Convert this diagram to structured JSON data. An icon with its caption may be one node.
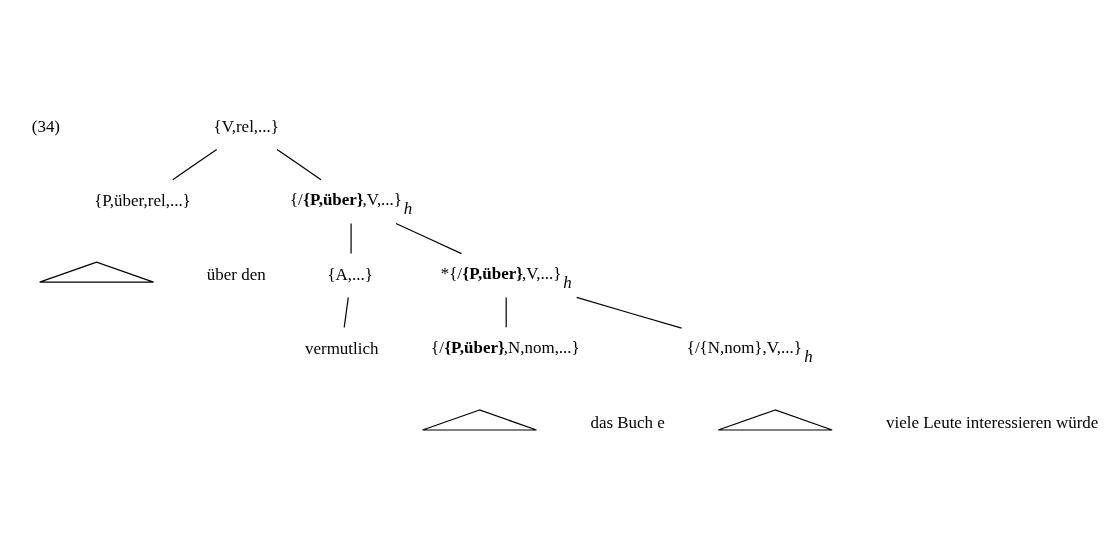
{
  "diagram": {
    "nodes": [
      {
        "text": [
          "{V,rel,...}"
        ]
      },
      {
        "text": [
          "{P,über,rel,...}"
        ]
      },
      {
        "text": [],
        "shape": "triangle",
        "beside": [
          "über den"
        ]
      },
      {
        "text": [
          "{/**{P,über}**,V,...}$_{h}$"
        ]
      },
      {
        "text": [
          "{A,...}"
        ]
      },
      {
        "text": [
          "vermutlich"
        ]
      },
      {
        "text": [
          "*{/**{P,über}**,V,...}$_{h}$"
        ]
      },
      {
        "text": [
          "{/**{P,über}**,N,nom,...}"
        ]
      },
      {
        "text": [],
        "shape": "triangle",
        "beside": [
          "das Buch e"
        ]
      },
      {
        "text": [
          "{/{N,nom},V,...}$_{h}$"
        ]
      },
      {
        "text": [],
        "shape": "triangle",
        "beside": [
          "viele Leute interessieren würde"
        ]
      }
    ],
    "edges": [
      {
        "from": 0,
        "to": 1,
        "arrow": "none"
      },
      {
        "from": 0,
        "to": 3,
        "arrow": "none"
      },
      {
        "from": 3,
        "to": 4,
        "arrow": "none"
      },
      {
        "from": 3,
        "to": 6,
        "arrow": "none"
      },
      {
        "from": 4,
        "to": 5,
        "arrow": "none"
      },
      {
        "from": 6,
        "to": 7,
        "arrow": "none"
      },
      {
        "from": 6,
        "to": 9,
        "arrow": "none"
      }
    ],
    "labels": [
      "(34)"
    ]
  }
}
